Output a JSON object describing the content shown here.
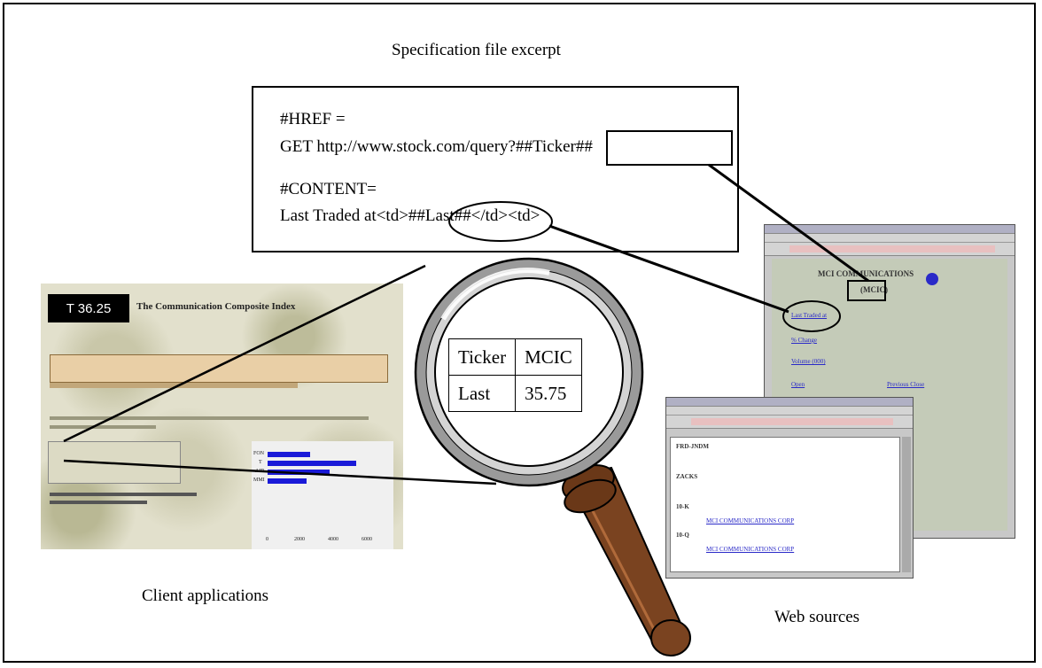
{
  "spec": {
    "title": "Specification file excerpt",
    "lines": [
      "#HREF =",
      "GET http://www.stock.com/query?##Ticker##",
      "#CONTENT=",
      "Last Traded at<td>##Last##</td><td>"
    ]
  },
  "magnifier": {
    "table": [
      [
        "Ticker",
        "MCIC"
      ],
      [
        "Last",
        "35.75"
      ]
    ]
  },
  "client": {
    "label": "Client applications",
    "ticker_badge": "T 36.25",
    "heading": "The Communication Composite Index",
    "axis_ticks": [
      "0",
      "2000",
      "4000",
      "6000"
    ],
    "bar_categories": [
      "FON",
      "T",
      "AIR",
      "MMI"
    ]
  },
  "web": {
    "label": "Web sources",
    "front_window": {
      "rows": [
        "FRD-JNDM",
        "ZACKS",
        "10-K",
        "10-Q"
      ],
      "links": [
        "MCI COMMUNICATIONS CORP",
        "MCI COMMUNICATIONS CORP"
      ]
    },
    "back_window": {
      "heading": "MCI COMMUNICATIONS",
      "ticker": "(MCIC)",
      "rows": [
        "Last Traded at",
        "% Change",
        "Volume (000)",
        "Open",
        "Previous Close"
      ]
    }
  },
  "colors": {
    "handle": "#7a4320",
    "lens_ring": "#8e8e8e",
    "bars": "#1a1ad8"
  }
}
